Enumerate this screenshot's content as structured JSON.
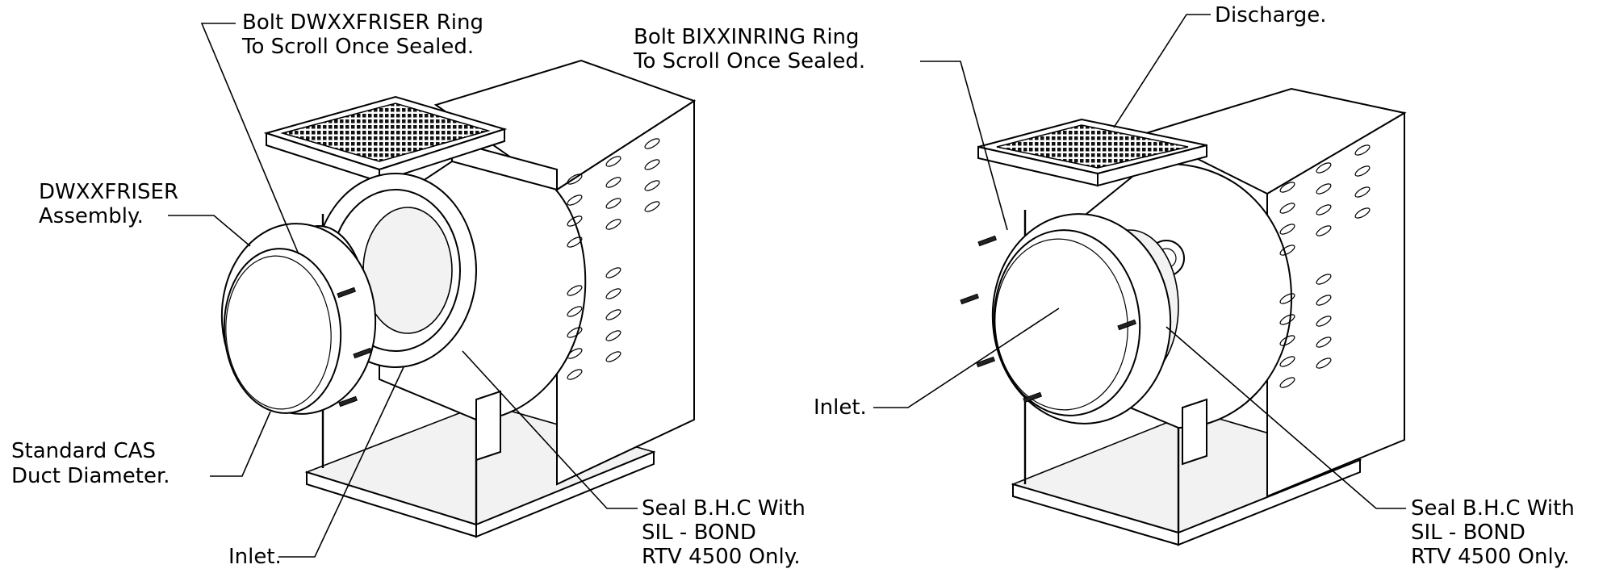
{
  "labels": {
    "left_bolt_ring_line1": "Bolt DWXXFRISER Ring",
    "left_bolt_ring_line2": "To Scroll Once Sealed.",
    "left_assembly_line1": "DWXXFRISER",
    "left_assembly_line2": "Assembly.",
    "left_duct_line1": "Standard CAS",
    "left_duct_line2": "Duct Diameter.",
    "left_inlet": "Inlet.",
    "left_seal_line1": "Seal B.H.C With",
    "left_seal_line2": "SIL - BOND",
    "left_seal_line3": "RTV 4500 Only.",
    "right_bolt_ring_line1": "Bolt BIXXINRING Ring",
    "right_bolt_ring_line2": "To Scroll Once Sealed.",
    "right_discharge": "Discharge.",
    "right_inlet": "Inlet.",
    "right_seal_line1": "Seal B.H.C With",
    "right_seal_line2": "SIL - BOND",
    "right_seal_line3": "RTV 4500 Only."
  }
}
